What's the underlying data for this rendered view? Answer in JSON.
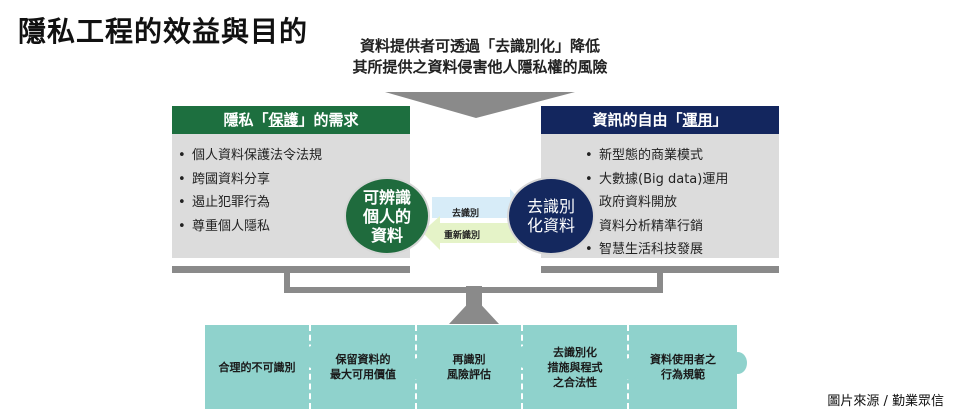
{
  "title": "隱私工程的效益與目的",
  "subtitle": {
    "line1": "資料提供者可透過「去識別化」降低",
    "line2": "其所提供之資料侵害他人隱私權的風險"
  },
  "left_panel": {
    "header_prefix": "隱私「",
    "header_key": "保護",
    "header_suffix": "」的需求",
    "items": [
      "個人資料保護法令法規",
      "跨國資料分享",
      "遏止犯罪行為",
      "尊重個人隱私"
    ]
  },
  "right_panel": {
    "header_prefix": "資訊的自由「",
    "header_key": "運用",
    "header_suffix": "」",
    "items": [
      "新型態的商業模式",
      "大數據(Big data)運用",
      "政府資料開放",
      "資料分析精準行銷",
      "智慧生活科技發展"
    ]
  },
  "left_circle": {
    "line1": "可辨識",
    "line2": "個人的",
    "line3": "資料"
  },
  "right_circle": {
    "line1": "去識別",
    "line2": "化資料"
  },
  "arrows": {
    "forward": "去識別",
    "backward": "重新識別"
  },
  "puzzle": [
    {
      "lines": [
        "合理的不可識別"
      ]
    },
    {
      "lines": [
        "保留資料的",
        "最大可用價值"
      ]
    },
    {
      "lines": [
        "再識別",
        "風險評估"
      ]
    },
    {
      "lines": [
        "去識別化",
        "措施與程式",
        "之合法性"
      ]
    },
    {
      "lines": [
        "資料使用者之",
        "行為規範"
      ]
    }
  ],
  "credit": "圖片來源 / 勤業眾信",
  "colors": {
    "green": "#1d6f3f",
    "navy": "#13265e",
    "teal": "#8fd2cc",
    "gray": "#dcdcdc"
  }
}
